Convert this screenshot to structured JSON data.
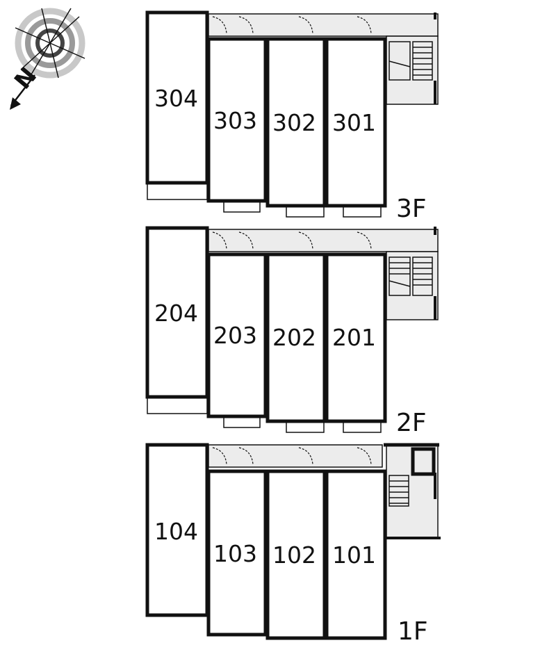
{
  "compass": {
    "north_label": "N",
    "icon": "compass-rose-icon"
  },
  "floors": [
    {
      "id": "3F",
      "label": "3F",
      "units": [
        "304",
        "303",
        "302",
        "301"
      ]
    },
    {
      "id": "2F",
      "label": "2F",
      "units": [
        "204",
        "203",
        "202",
        "201"
      ]
    },
    {
      "id": "1F",
      "label": "1F",
      "units": [
        "104",
        "103",
        "102",
        "101"
      ]
    }
  ],
  "colors": {
    "wall": "#111111",
    "corridor": "#ececec",
    "background": "#ffffff"
  }
}
